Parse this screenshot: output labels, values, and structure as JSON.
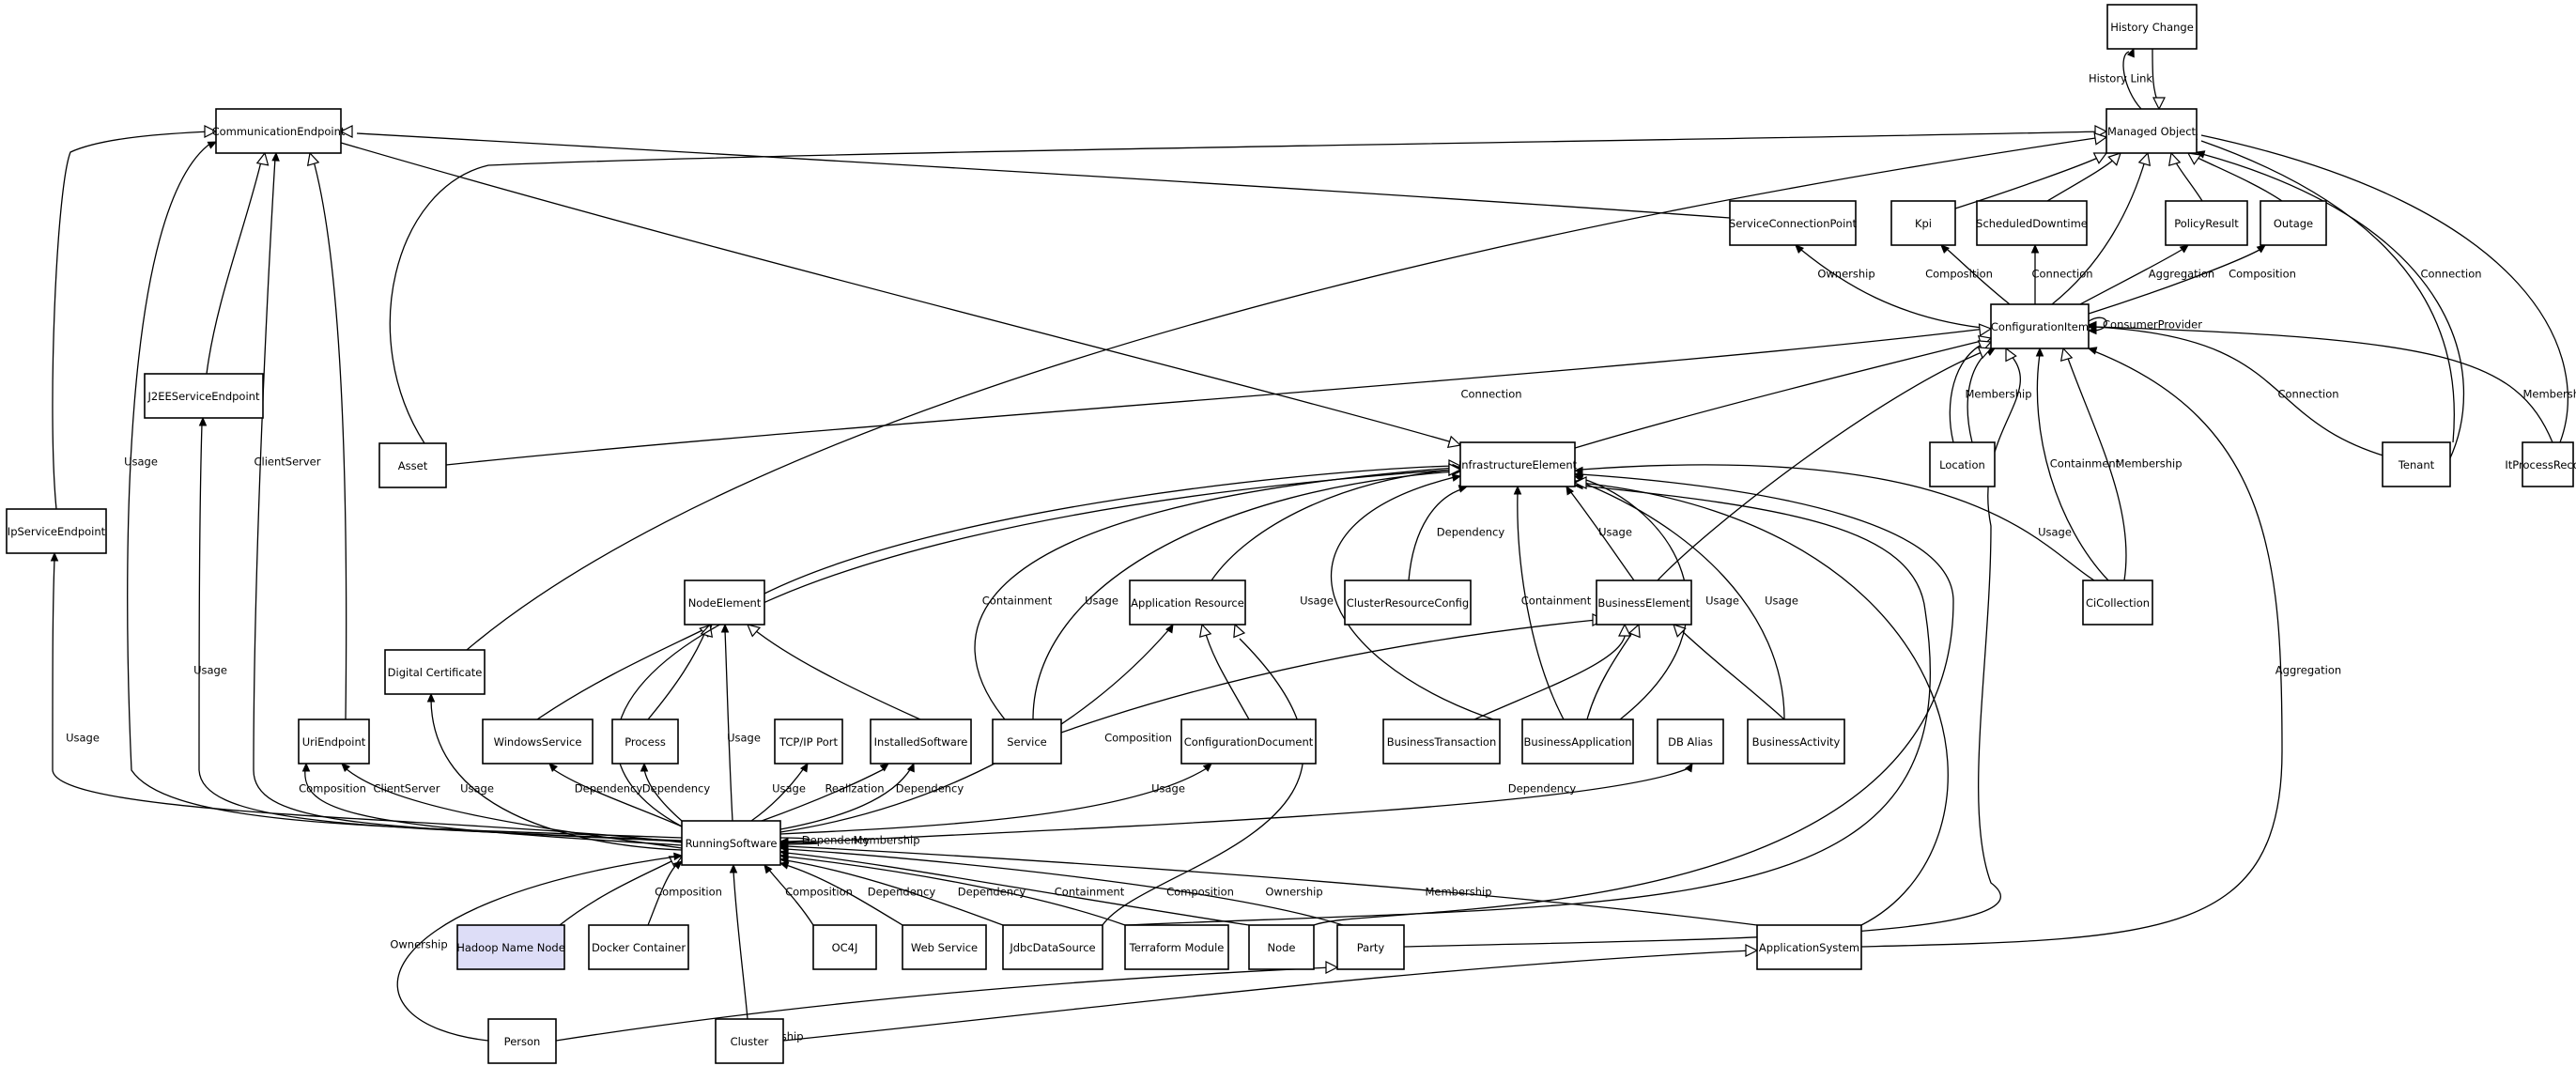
{
  "diagram": {
    "nodes": [
      {
        "id": "history_change",
        "label": "History Change"
      },
      {
        "id": "managed_object",
        "label": "Managed Object"
      },
      {
        "id": "communication_endpoint",
        "label": "CommunicationEndpoint"
      },
      {
        "id": "service_connection_point",
        "label": "ServiceConnectionPoint"
      },
      {
        "id": "kpi",
        "label": "Kpi"
      },
      {
        "id": "scheduled_downtime",
        "label": "ScheduledDowntime"
      },
      {
        "id": "policy_result",
        "label": "PolicyResult"
      },
      {
        "id": "outage",
        "label": "Outage"
      },
      {
        "id": "configuration_item",
        "label": "ConfigurationItem"
      },
      {
        "id": "j2ee_service_endpoint",
        "label": "J2EEServiceEndpoint"
      },
      {
        "id": "asset",
        "label": "Asset"
      },
      {
        "id": "infrastructure_element",
        "label": "InfrastructureElement"
      },
      {
        "id": "location",
        "label": "Location"
      },
      {
        "id": "tenant",
        "label": "Tenant"
      },
      {
        "id": "it_process_record",
        "label": "ItProcessRecord"
      },
      {
        "id": "ip_service_endpoint",
        "label": "IpServiceEndpoint"
      },
      {
        "id": "node_element",
        "label": "NodeElement"
      },
      {
        "id": "application_resource",
        "label": "Application Resource"
      },
      {
        "id": "cluster_resource_config",
        "label": "ClusterResourceConfig"
      },
      {
        "id": "business_element",
        "label": "BusinessElement"
      },
      {
        "id": "ci_collection",
        "label": "CiCollection"
      },
      {
        "id": "digital_certificate",
        "label": "Digital Certificate"
      },
      {
        "id": "uri_endpoint",
        "label": "UriEndpoint"
      },
      {
        "id": "windows_service",
        "label": "WindowsService"
      },
      {
        "id": "process",
        "label": "Process"
      },
      {
        "id": "tcpip_port",
        "label": "TCP/IP Port"
      },
      {
        "id": "installed_software",
        "label": "InstalledSoftware"
      },
      {
        "id": "service",
        "label": "Service"
      },
      {
        "id": "configuration_document",
        "label": "ConfigurationDocument"
      },
      {
        "id": "business_transaction",
        "label": "BusinessTransaction"
      },
      {
        "id": "business_application",
        "label": "BusinessApplication"
      },
      {
        "id": "db_alias",
        "label": "DB Alias"
      },
      {
        "id": "business_activity",
        "label": "BusinessActivity"
      },
      {
        "id": "running_software",
        "label": "RunningSoftware"
      },
      {
        "id": "hadoop_name_node",
        "label": "Hadoop Name Node",
        "highlight": true
      },
      {
        "id": "docker_container",
        "label": "Docker Container"
      },
      {
        "id": "oc4j",
        "label": "OC4J"
      },
      {
        "id": "web_service",
        "label": "Web Service"
      },
      {
        "id": "jdbc_data_source",
        "label": "JdbcDataSource"
      },
      {
        "id": "terraform_module",
        "label": "Terraform Module"
      },
      {
        "id": "node",
        "label": "Node"
      },
      {
        "id": "party",
        "label": "Party"
      },
      {
        "id": "application_system",
        "label": "ApplicationSystem"
      },
      {
        "id": "person",
        "label": "Person"
      },
      {
        "id": "cluster",
        "label": "Cluster"
      }
    ],
    "edges": [
      {
        "from": "history_change",
        "to": "managed_object",
        "head": "tri",
        "label": ""
      },
      {
        "from": "managed_object",
        "to": "history_change",
        "head": "solid",
        "label": "History Link"
      },
      {
        "from": "service_connection_point",
        "to": "communication_endpoint",
        "head": "tri",
        "label": ""
      },
      {
        "from": "kpi",
        "to": "managed_object",
        "head": "tri",
        "label": ""
      },
      {
        "from": "scheduled_downtime",
        "to": "managed_object",
        "head": "tri",
        "label": ""
      },
      {
        "from": "policy_result",
        "to": "managed_object",
        "head": "tri",
        "label": ""
      },
      {
        "from": "outage",
        "to": "managed_object",
        "head": "tri",
        "label": ""
      },
      {
        "from": "configuration_item",
        "to": "managed_object",
        "head": "tri",
        "label": ""
      },
      {
        "from": "asset",
        "to": "managed_object",
        "head": "tri",
        "label": ""
      },
      {
        "from": "digital_certificate",
        "to": "managed_object",
        "head": "tri",
        "label": ""
      },
      {
        "from": "tenant",
        "to": "managed_object",
        "head": "tri",
        "label": ""
      },
      {
        "from": "it_process_record",
        "to": "managed_object",
        "head": "tri",
        "label": ""
      },
      {
        "from": "configuration_item",
        "to": "service_connection_point",
        "head": "solid",
        "label": "Ownership"
      },
      {
        "from": "configuration_item",
        "to": "kpi",
        "head": "solid",
        "label": "Composition"
      },
      {
        "from": "configuration_item",
        "to": "scheduled_downtime",
        "head": "solid",
        "label": "Connection"
      },
      {
        "from": "configuration_item",
        "to": "policy_result",
        "head": "solid",
        "label": "Aggregation"
      },
      {
        "from": "configuration_item",
        "to": "outage",
        "head": "solid",
        "label": "Composition"
      },
      {
        "from": "configuration_item",
        "to": "configuration_item",
        "head": "solid",
        "label": "ConsumerProvider"
      },
      {
        "from": "j2ee_service_endpoint",
        "to": "communication_endpoint",
        "head": "tri",
        "label": ""
      },
      {
        "from": "ip_service_endpoint",
        "to": "communication_endpoint",
        "head": "tri",
        "label": ""
      },
      {
        "from": "uri_endpoint",
        "to": "communication_endpoint",
        "head": "tri",
        "label": ""
      },
      {
        "from": "communication_endpoint",
        "to": "infrastructure_element",
        "head": "tri",
        "label": ""
      },
      {
        "from": "asset",
        "to": "configuration_item",
        "head": "tri",
        "label": "Connection"
      },
      {
        "from": "infrastructure_element",
        "to": "configuration_item",
        "head": "tri",
        "label": ""
      },
      {
        "from": "location",
        "to": "configuration_item",
        "head": "tri",
        "label": ""
      },
      {
        "from": "location",
        "to": "configuration_item",
        "head": "solid",
        "label": "Membership"
      },
      {
        "from": "tenant",
        "to": "configuration_item",
        "head": "solid",
        "label": "Connection"
      },
      {
        "from": "tenant",
        "to": "managed_object",
        "head": "solid",
        "label": "Connection"
      },
      {
        "from": "it_process_record",
        "to": "configuration_item",
        "head": "solid",
        "label": "Membership"
      },
      {
        "from": "ci_collection",
        "to": "configuration_item",
        "head": "solid",
        "label": "Containment"
      },
      {
        "from": "ci_collection",
        "to": "configuration_item",
        "head": "tri",
        "label": "Membership"
      },
      {
        "from": "ci_collection",
        "to": "infrastructure_element",
        "head": "solid",
        "label": "Usage"
      },
      {
        "from": "business_element",
        "to": "configuration_item",
        "head": "tri",
        "label": ""
      },
      {
        "from": "node_element",
        "to": "infrastructure_element",
        "head": "tri",
        "label": ""
      },
      {
        "from": "application_resource",
        "to": "infrastructure_element",
        "head": "tri",
        "label": ""
      },
      {
        "from": "cluster_resource_config",
        "to": "infrastructure_element",
        "head": "solid",
        "label": "Dependency"
      },
      {
        "from": "business_element",
        "to": "infrastructure_element",
        "head": "solid",
        "label": "Usage"
      },
      {
        "from": "service",
        "to": "infrastructure_element",
        "head": "solid",
        "label": "Containment"
      },
      {
        "from": "service",
        "to": "infrastructure_element",
        "head": "solid",
        "label": "Usage"
      },
      {
        "from": "service",
        "to": "business_element",
        "head": "tri",
        "label": ""
      },
      {
        "from": "business_transaction",
        "to": "infrastructure_element",
        "head": "solid",
        "label": "Usage"
      },
      {
        "from": "business_transaction",
        "to": "business_element",
        "head": "tri",
        "label": ""
      },
      {
        "from": "business_application",
        "to": "infrastructure_element",
        "head": "solid",
        "label": "Containment"
      },
      {
        "from": "business_application",
        "to": "infrastructure_element",
        "head": "solid",
        "label": "Usage"
      },
      {
        "from": "business_application",
        "to": "business_element",
        "head": "tri",
        "label": ""
      },
      {
        "from": "business_activity",
        "to": "infrastructure_element",
        "head": "solid",
        "label": "Usage"
      },
      {
        "from": "business_activity",
        "to": "business_element",
        "head": "tri",
        "label": ""
      },
      {
        "from": "windows_service",
        "to": "node_element",
        "head": "tri",
        "label": ""
      },
      {
        "from": "process",
        "to": "node_element",
        "head": "tri",
        "label": ""
      },
      {
        "from": "installed_software",
        "to": "node_element",
        "head": "tri",
        "label": ""
      },
      {
        "from": "configuration_document",
        "to": "application_resource",
        "head": "tri",
        "label": ""
      },
      {
        "from": "running_software",
        "to": "communication_endpoint",
        "head": "solid",
        "label": "Usage"
      },
      {
        "from": "running_software",
        "to": "j2ee_service_endpoint",
        "head": "solid",
        "label": "Usage"
      },
      {
        "from": "running_software",
        "to": "communication_endpoint",
        "head": "solid",
        "label": "ClientServer"
      },
      {
        "from": "running_software",
        "to": "ip_service_endpoint",
        "head": "solid",
        "label": "Usage"
      },
      {
        "from": "running_software",
        "to": "uri_endpoint",
        "head": "solid",
        "label": "Composition"
      },
      {
        "from": "running_software",
        "to": "uri_endpoint",
        "head": "solid",
        "label": "ClientServer"
      },
      {
        "from": "running_software",
        "to": "digital_certificate",
        "head": "solid",
        "label": "Usage"
      },
      {
        "from": "running_software",
        "to": "windows_service",
        "head": "solid",
        "label": "Dependency"
      },
      {
        "from": "running_software",
        "to": "process",
        "head": "solid",
        "label": "Dependency"
      },
      {
        "from": "running_software",
        "to": "node_element",
        "head": "solid",
        "label": "Usage"
      },
      {
        "from": "running_software",
        "to": "tcpip_port",
        "head": "solid",
        "label": "Usage"
      },
      {
        "from": "running_software",
        "to": "installed_software",
        "head": "solid",
        "label": "Realization"
      },
      {
        "from": "running_software",
        "to": "installed_software",
        "head": "solid",
        "label": "Dependency"
      },
      {
        "from": "running_software",
        "to": "application_resource",
        "head": "solid",
        "label": "Composition"
      },
      {
        "from": "running_software",
        "to": "configuration_document",
        "head": "solid",
        "label": "Usage"
      },
      {
        "from": "running_software",
        "to": "db_alias",
        "head": "solid",
        "label": "Dependency"
      },
      {
        "from": "running_software",
        "to": "infrastructure_element",
        "head": "tri",
        "label": ""
      },
      {
        "from": "running_software",
        "to": "running_software",
        "head": "solid",
        "label": "Dependency"
      },
      {
        "from": "running_software",
        "to": "running_software",
        "head": "solid",
        "label": "Membership"
      },
      {
        "from": "hadoop_name_node",
        "to": "running_software",
        "head": "tri",
        "label": ""
      },
      {
        "from": "docker_container",
        "to": "running_software",
        "head": "solid",
        "label": "Composition"
      },
      {
        "from": "oc4j",
        "to": "running_software",
        "head": "solid",
        "label": "Composition"
      },
      {
        "from": "web_service",
        "to": "running_software",
        "head": "solid",
        "label": "Dependency"
      },
      {
        "from": "jdbc_data_source",
        "to": "running_software",
        "head": "solid",
        "label": "Dependency"
      },
      {
        "from": "jdbc_data_source",
        "to": "application_resource",
        "head": "tri",
        "label": ""
      },
      {
        "from": "terraform_module",
        "to": "running_software",
        "head": "solid",
        "label": "Containment"
      },
      {
        "from": "terraform_module",
        "to": "infrastructure_element",
        "head": "solid",
        "label": ""
      },
      {
        "from": "node",
        "to": "running_software",
        "head": "solid",
        "label": "Composition"
      },
      {
        "from": "node",
        "to": "infrastructure_element",
        "head": "solid",
        "label": ""
      },
      {
        "from": "party",
        "to": "running_software",
        "head": "solid",
        "label": "Ownership"
      },
      {
        "from": "party",
        "to": "configuration_item",
        "head": "tri",
        "label": ""
      },
      {
        "from": "application_system",
        "to": "running_software",
        "head": "solid",
        "label": "Membership"
      },
      {
        "from": "application_system",
        "to": "configuration_item",
        "head": "solid",
        "label": "Aggregation"
      },
      {
        "from": "application_system",
        "to": "infrastructure_element",
        "head": "tri",
        "label": ""
      },
      {
        "from": "person",
        "to": "running_software",
        "head": "solid",
        "label": "Ownership"
      },
      {
        "from": "person",
        "to": "party",
        "head": "tri",
        "label": ""
      },
      {
        "from": "cluster",
        "to": "running_software",
        "head": "solid",
        "label": "Membership"
      },
      {
        "from": "cluster",
        "to": "application_system",
        "head": "tri",
        "label": ""
      }
    ]
  }
}
